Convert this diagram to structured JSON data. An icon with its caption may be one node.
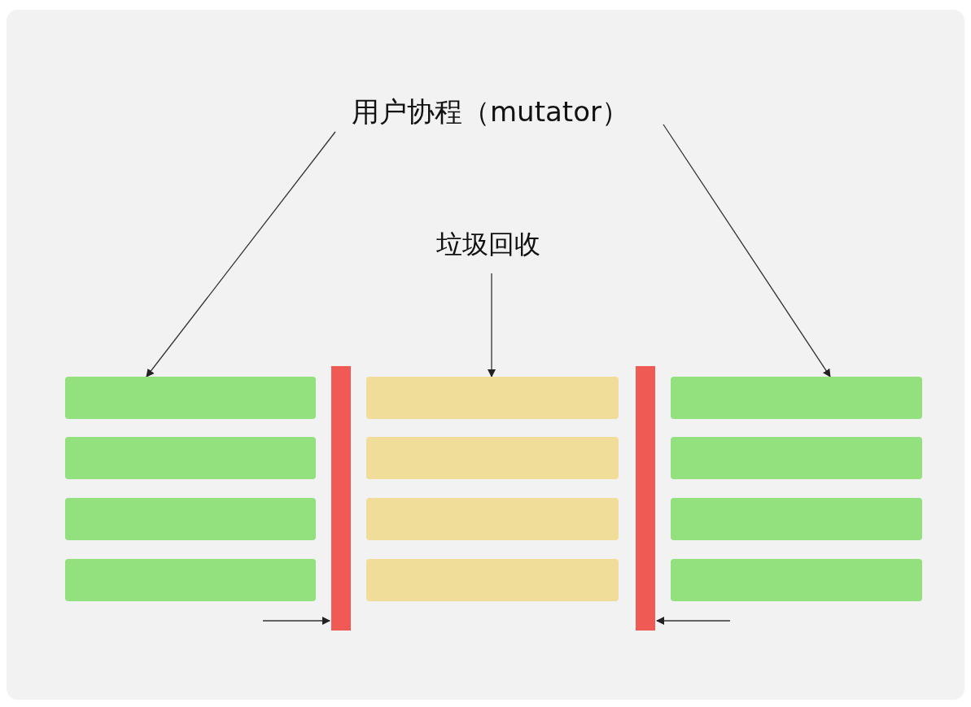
{
  "diagram": {
    "nodes": [
      {
        "text": [
          "用户协程（mutator）"
        ]
      },
      {
        "text": [
          "垃圾回收"
        ]
      },
      {
        "text": [],
        "shape": "bar"
      },
      {
        "text": [],
        "shape": "bar"
      },
      {
        "text": [],
        "shape": "bar"
      },
      {
        "text": [],
        "shape": "bar"
      },
      {
        "text": [],
        "shape": "bar"
      },
      {
        "text": [],
        "shape": "bar"
      },
      {
        "text": [],
        "shape": "bar"
      },
      {
        "text": [],
        "shape": "bar"
      },
      {
        "text": [],
        "shape": "bar"
      },
      {
        "text": [],
        "shape": "bar"
      },
      {
        "text": [],
        "shape": "bar"
      },
      {
        "text": [],
        "shape": "bar"
      },
      {
        "text": [],
        "shape": "bar"
      },
      {
        "text": [],
        "shape": "bar"
      }
    ],
    "edges": [
      {
        "from": 0,
        "to": 2,
        "arrow": "to"
      },
      {
        "from": 0,
        "to": 12,
        "arrow": "to"
      },
      {
        "from": 1,
        "to": 7,
        "arrow": "to"
      },
      {
        "from": null,
        "to": 6,
        "arrow": "to"
      },
      {
        "from": null,
        "to": 11,
        "arrow": "to"
      }
    ]
  }
}
